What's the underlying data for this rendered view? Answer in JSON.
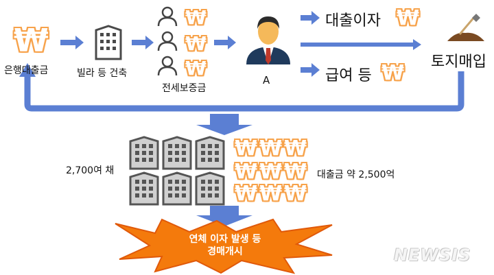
{
  "currency_symbol": "₩",
  "labels": {
    "bank_loan": "은행대출금",
    "villa_construction": "빌라 등 건축",
    "jeonse_deposit": "전세보증금",
    "person_a": "A",
    "loan_interest": "대출이자",
    "land_purchase": "토지매입",
    "salary_etc": "급여 등",
    "units_count": "2,700여 채",
    "loan_total": "대출금 약 2,500억",
    "burst_line1": "연체 이자 발생 등",
    "burst_line2": "경매개시"
  },
  "watermark": "NEWSIS",
  "colors": {
    "arrow": "#5b7fd3",
    "won_fill": "#f7a24a",
    "building": "#5a5a5a",
    "burst": "#f47a0c",
    "burst_edge": "#e0590a"
  },
  "icons": {
    "buildings": "office-building-icon",
    "tenants": "person-icon",
    "owner": "businessman-icon",
    "land": "shovel-soil-icon"
  }
}
